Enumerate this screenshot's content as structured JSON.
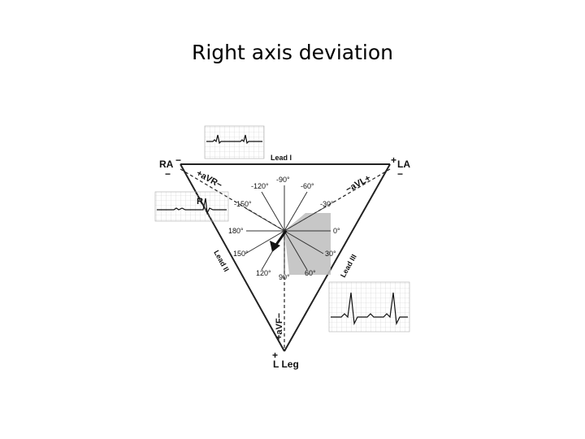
{
  "title": "Right axis deviation",
  "vertices": {
    "ra": "RA",
    "la": "LA",
    "leg": "L Leg"
  },
  "signs": {
    "ra": "−",
    "la": "+",
    "leg": "+"
  },
  "leads": {
    "lead_i": "Lead I",
    "lead_ii": "Lead II",
    "lead_iii": "Lead III"
  },
  "augmented": {
    "avr": "+aVR−",
    "avl": "−aVL+",
    "avf": "+aVF−"
  },
  "angles": [
    "-90°",
    "-60°",
    "-120°",
    "-30°",
    "-150°",
    "180°",
    "0°",
    "150°",
    "30°",
    "120°",
    "60°",
    "90°"
  ],
  "axis_marker": "R",
  "colors": {
    "line": "#222222",
    "shade": "#bdbdbd",
    "grid": "#cfcfcf",
    "trace": "#111111"
  }
}
